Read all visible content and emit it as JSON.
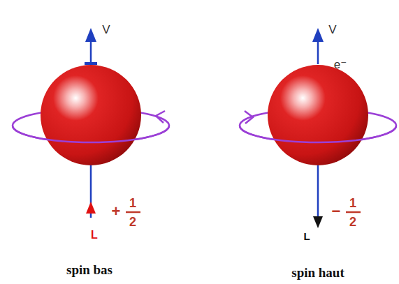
{
  "diagram": {
    "labels": [
      "V",
      "+",
      "1",
      "2",
      "L",
      "spin bas",
      "V",
      "e⁻",
      "L",
      "−",
      "1",
      "2",
      "spin haut"
    ]
  }
}
